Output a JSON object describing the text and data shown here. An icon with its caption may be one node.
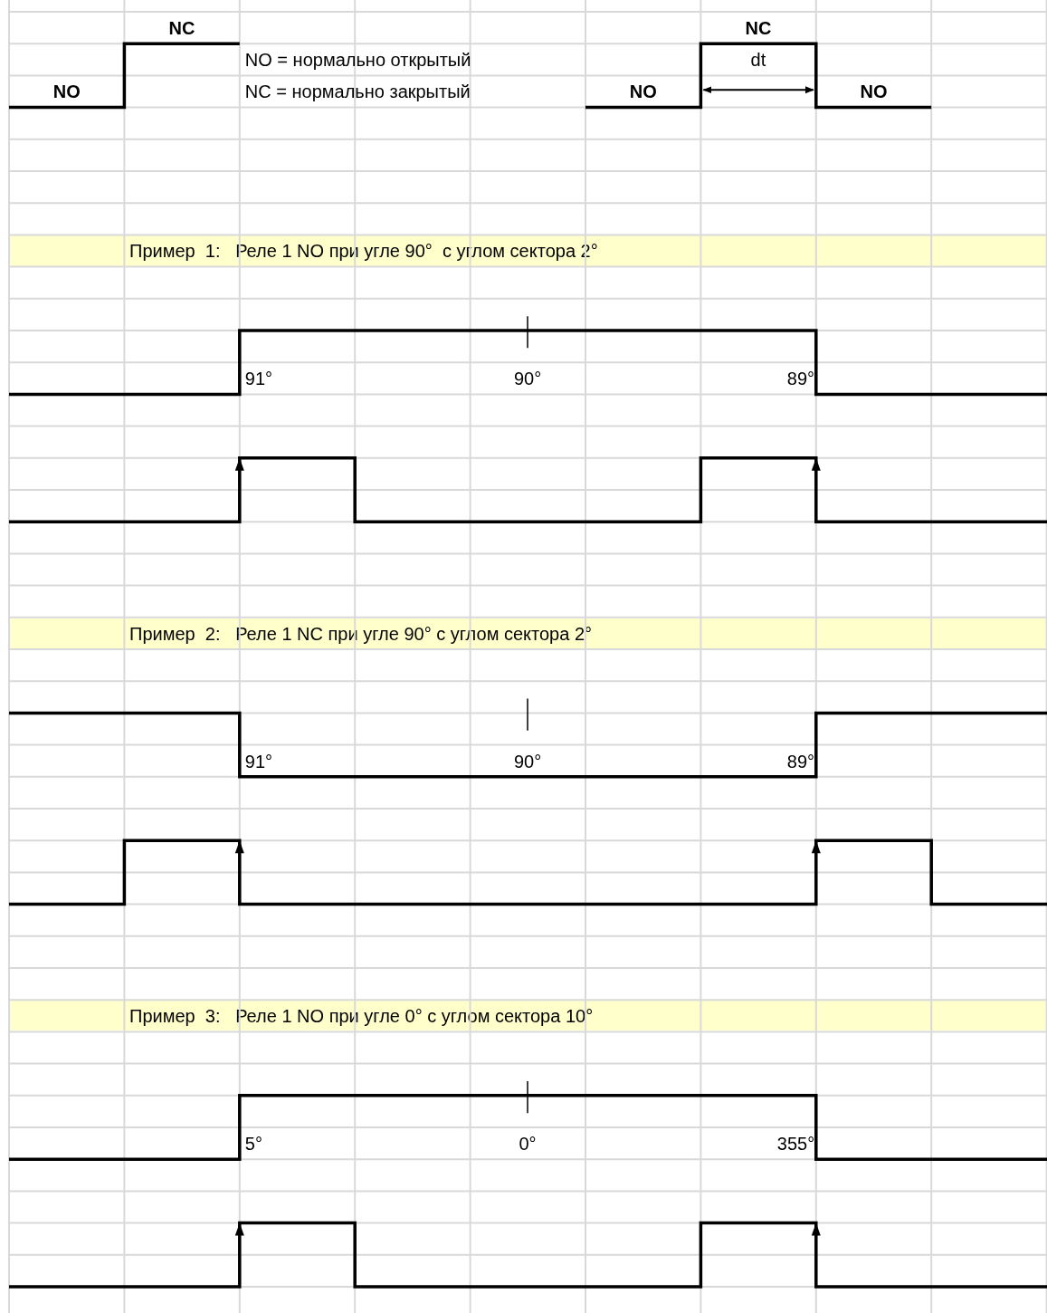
{
  "diagram": {
    "nodes": [
      {
        "text": [
          "Пример  1:   Реле 1 NO при угле 90°  с углом сектора 2°"
        ]
      },
      {
        "text": [
          "Пример  2:   Реле 1 NC при угле 90° с углом сектора 2°"
        ]
      },
      {
        "text": [
          "Пример  3:   Реле 1 NO при угле 0° с углом сектора 10°"
        ]
      }
    ],
    "labels": [
      "NC",
      "NC",
      "NO = нормально открытый",
      "dt",
      "NO",
      "NC = нормально закрытый",
      "NO",
      "NO",
      "91°",
      "90°",
      "89°",
      "91°",
      "90°",
      "89°",
      "5°",
      "0°",
      "355°"
    ]
  }
}
